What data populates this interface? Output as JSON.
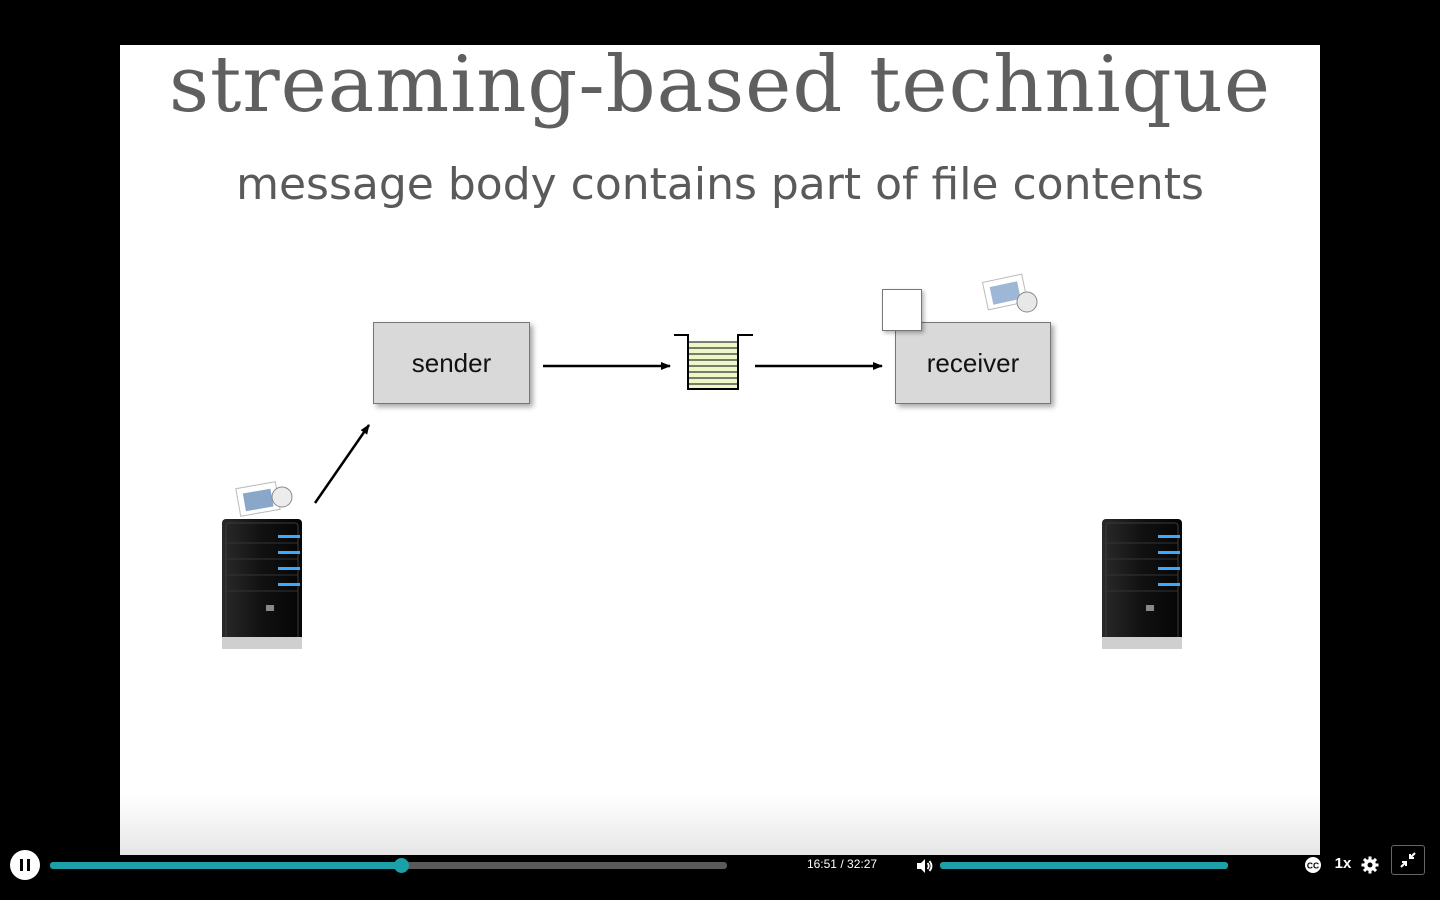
{
  "slide": {
    "title": "streaming-based technique",
    "subtitle": "message body contains part of file contents",
    "sender_label": "sender",
    "receiver_label": "receiver"
  },
  "player": {
    "current_time": "16:51",
    "separator": "/",
    "duration": "32:27",
    "progress_fraction": 0.519,
    "volume_fraction": 1.0,
    "speed_label": "1x",
    "accent_color": "#1aa0a6",
    "icons": {
      "play_pause": "pause-icon",
      "volume": "volume-icon",
      "captions": "closed-captions-icon",
      "settings": "gear-icon",
      "fullscreen": "exit-fullscreen-icon"
    }
  }
}
